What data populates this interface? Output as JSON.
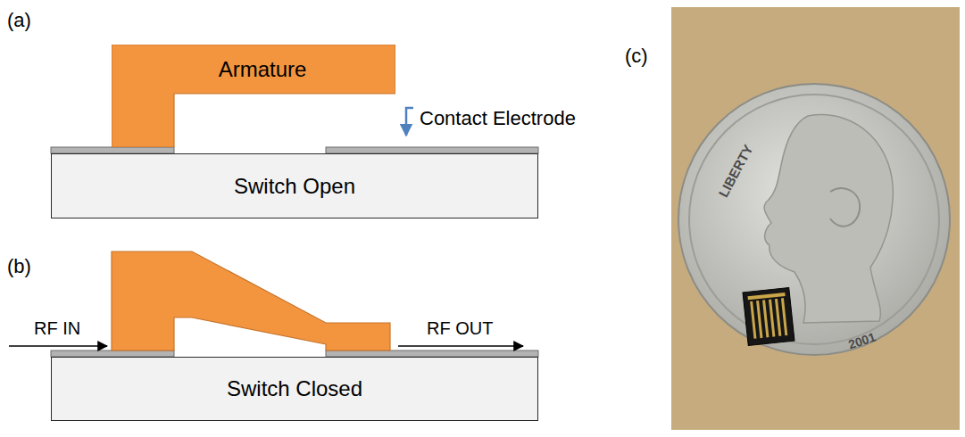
{
  "diagram": {
    "nodes": [
      {
        "text": [
          "Armature"
        ]
      },
      {
        "text": [
          "Switch Open"
        ]
      },
      {
        "text": [
          "Switch Closed"
        ]
      }
    ],
    "labels": [
      "(a)",
      "Contact Electrode",
      "(b)",
      "RF IN",
      "RF OUT",
      "(c)",
      "LIBERTY",
      "2001"
    ]
  }
}
